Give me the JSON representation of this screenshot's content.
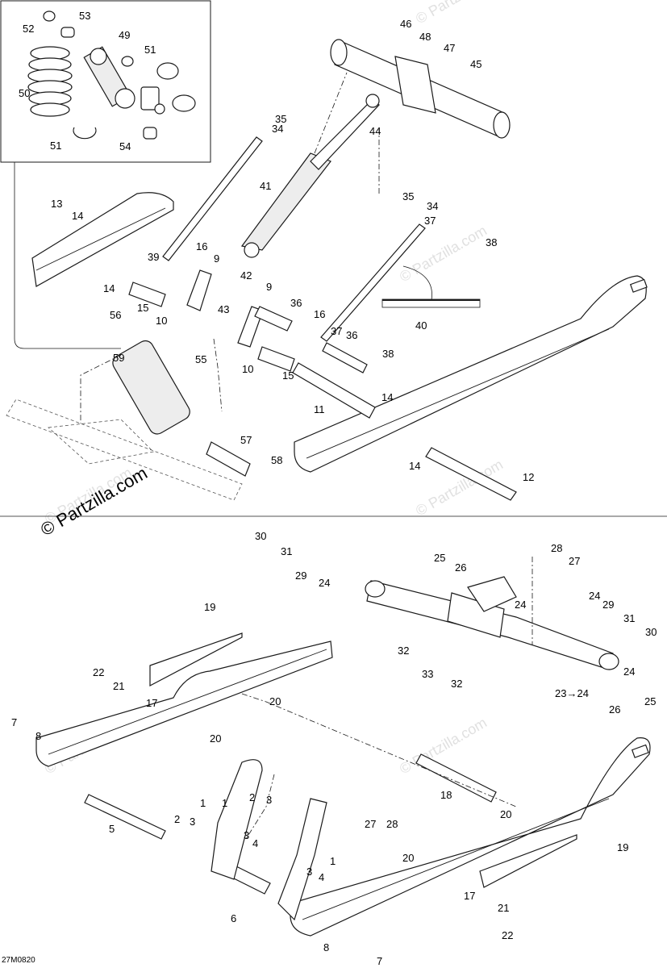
{
  "watermark": {
    "primary": "© Partzilla.com",
    "repeat": "© Partzilla.com"
  },
  "drawing_code": "27M0820",
  "callouts_upper": [
    "1",
    "9",
    "9",
    "10",
    "10",
    "11",
    "12",
    "13",
    "14",
    "14",
    "14",
    "14",
    "15",
    "15",
    "16",
    "16",
    "34",
    "34",
    "35",
    "35",
    "36",
    "36",
    "37",
    "37",
    "38",
    "38",
    "39",
    "40",
    "41",
    "42",
    "43",
    "44",
    "45",
    "46",
    "47",
    "48",
    "49",
    "50",
    "51",
    "51",
    "52",
    "53",
    "54",
    "55",
    "56",
    "57",
    "58",
    "59"
  ],
  "callouts_lower": [
    "1",
    "1",
    "2",
    "2",
    "3",
    "3",
    "3",
    "3",
    "4",
    "4",
    "5",
    "6",
    "7",
    "7",
    "8",
    "8",
    "17",
    "17",
    "18",
    "19",
    "19",
    "20",
    "20",
    "20",
    "20",
    "21",
    "21",
    "22",
    "22",
    "23→24",
    "24",
    "24",
    "24",
    "24",
    "25",
    "25",
    "26",
    "26",
    "27",
    "27",
    "28",
    "28",
    "29",
    "29",
    "30",
    "30",
    "31",
    "31",
    "32",
    "32",
    "33"
  ]
}
